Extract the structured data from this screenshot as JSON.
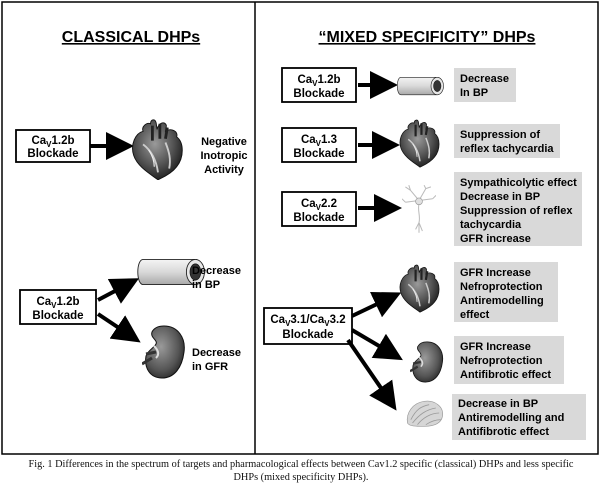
{
  "left_panel": {
    "header": "CLASSICAL DHPs",
    "box1": {
      "line1_pre": "Ca",
      "line1_sub": "V",
      "line1_post": "1.2b",
      "line2": "Blockade"
    },
    "effect1": [
      "Negative",
      "Inotropic",
      "Activity"
    ],
    "box2": {
      "line1_pre": "Ca",
      "line1_sub": "V",
      "line1_post": "1.2b",
      "line2": "Blockade"
    },
    "effect2": [
      "Decrease",
      "in BP"
    ],
    "effect3": [
      "Decrease",
      "in GFR"
    ]
  },
  "right_panel": {
    "header": "“MIXED SPECIFICITY” DHPs",
    "rows": [
      {
        "box_pre": "Ca",
        "box_sub": "V",
        "box_post": "1.2b",
        "box_line2": "Blockade",
        "effect": [
          "Decrease",
          "In BP"
        ]
      },
      {
        "box_pre": "Ca",
        "box_sub": "V",
        "box_post": "1.3",
        "box_line2": "Blockade",
        "effect": [
          "Suppression of",
          "reflex tachycardia"
        ]
      },
      {
        "box_pre": "Ca",
        "box_sub": "V",
        "box_post": "2.2",
        "box_line2": "Blockade",
        "effect": [
          "Sympathicolytic effect",
          "Decrease in BP",
          "Suppression of reflex",
          "tachycardia",
          "GFR increase"
        ]
      }
    ],
    "t_box": {
      "part1": "Ca",
      "sub1": "V",
      "part2": "3.1/Ca",
      "sub2": "V",
      "part3": "3.2",
      "line2": "Blockade"
    },
    "t_effects": [
      [
        "GFR Increase",
        "Nefroprotection",
        "Antiremodelling",
        "effect"
      ],
      [
        "GFR Increase",
        "Nefroprotection",
        "Antifibrotic effect"
      ],
      [
        "Decrease in BP",
        "Antiremodelling and",
        "Antifibrotic effect"
      ]
    ]
  },
  "caption": "Fig. 1 Differences in the spectrum of targets and pharmacological effects between Cav1.2 specific (classical) DHPs and less specific DHPs (mixed specificity DHPs).",
  "colors": {
    "effect_box": "#d9d9d9",
    "border": "#000000",
    "organ_gray": "#8a8a8a",
    "dark_gray": "#3a3a3a"
  },
  "icons": [
    "heart-icon",
    "blood-vessel-icon",
    "kidney-icon",
    "neuron-icon",
    "heart-tissue-icon"
  ]
}
